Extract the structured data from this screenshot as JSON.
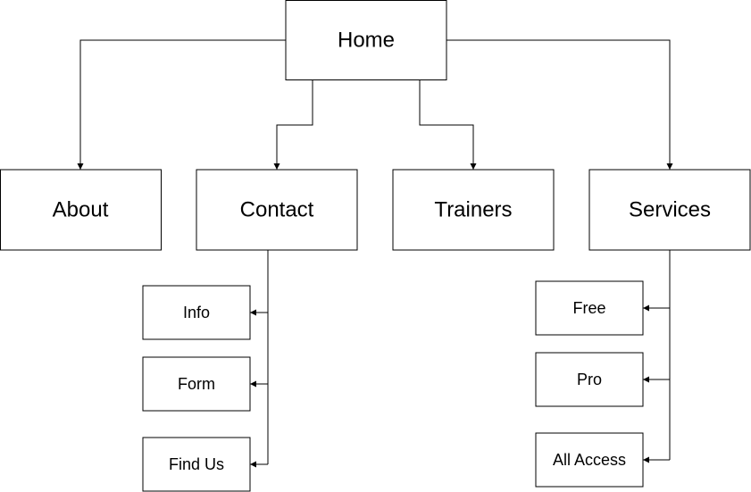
{
  "diagram": {
    "nodes": {
      "home": "Home",
      "about": "About",
      "contact": "Contact",
      "trainers": "Trainers",
      "services": "Services",
      "info": "Info",
      "form": "Form",
      "find_us": "Find Us",
      "free": "Free",
      "pro": "Pro",
      "all_access": "All Access"
    },
    "colors": {
      "stroke": "#000000",
      "fill": "#ffffff",
      "text": "#000000"
    }
  }
}
